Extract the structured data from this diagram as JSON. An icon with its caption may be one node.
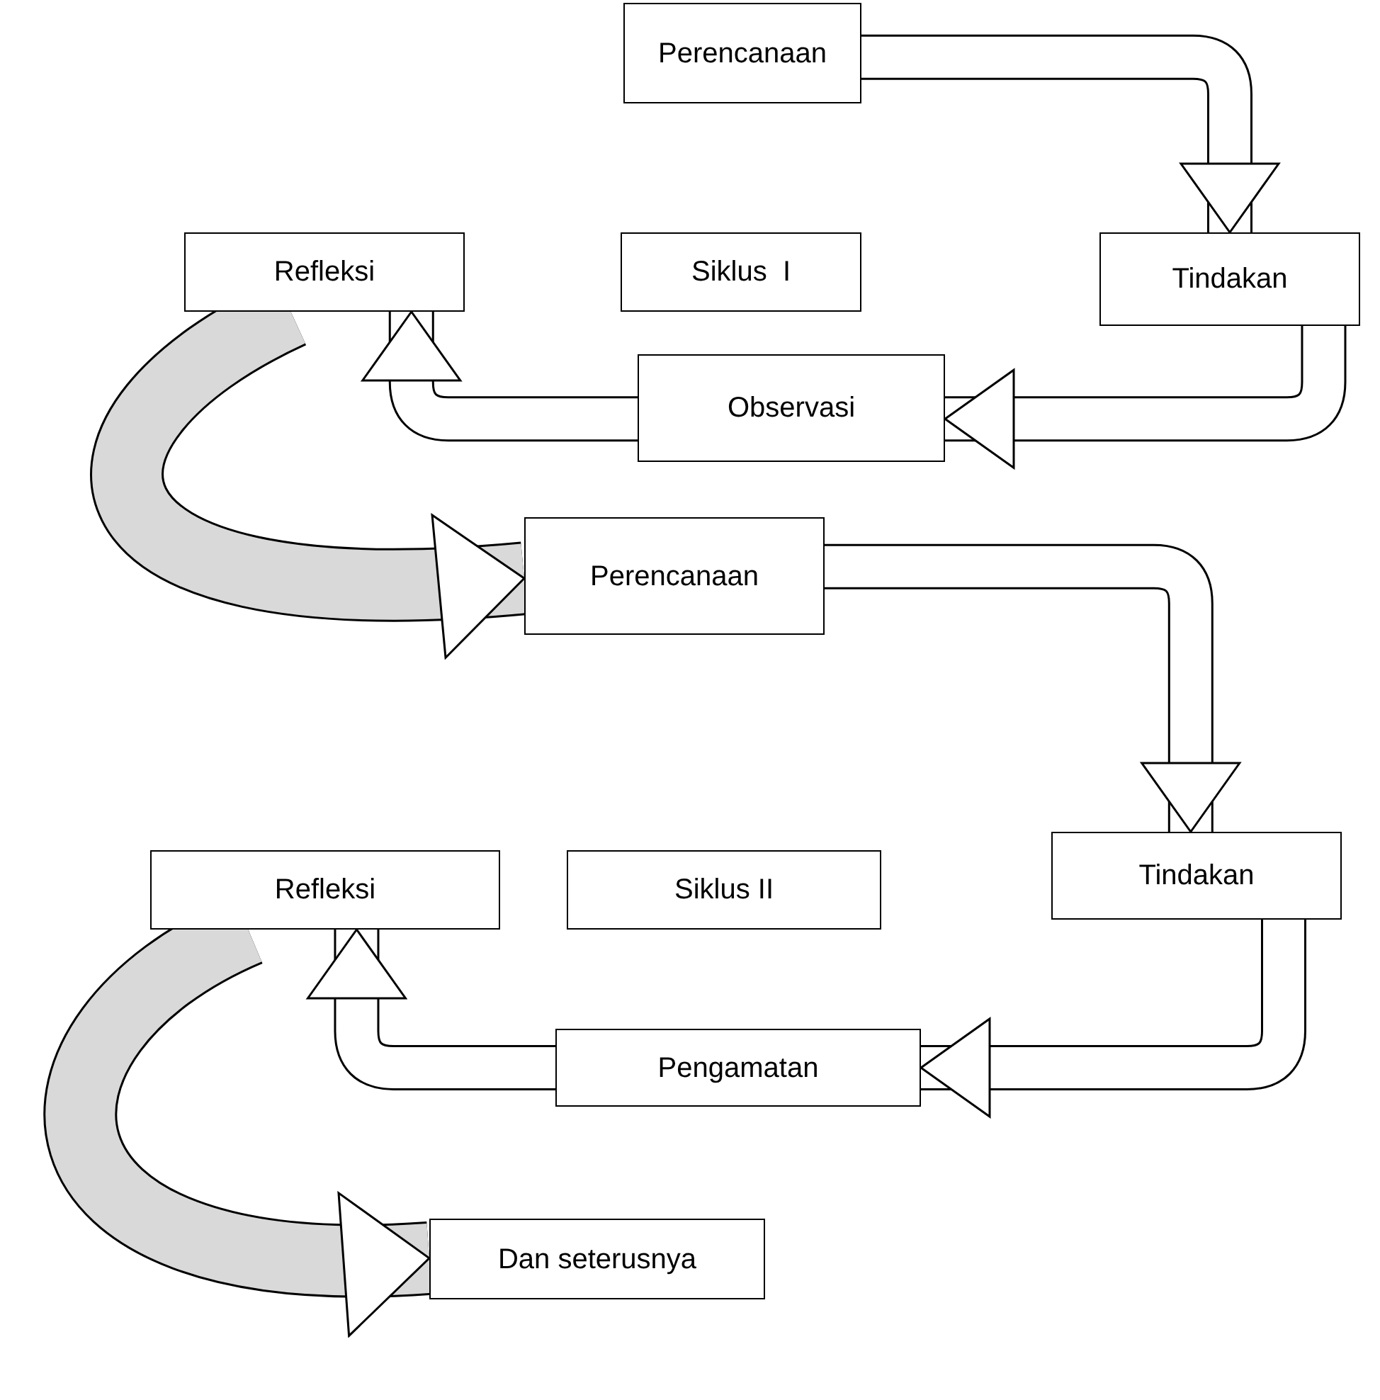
{
  "diagram": {
    "nodes": [
      {
        "text": [
          "Perencanaan"
        ]
      },
      {
        "text": [
          "Refleksi"
        ]
      },
      {
        "text": [
          "Siklus  I"
        ]
      },
      {
        "text": [
          "Tindakan"
        ]
      },
      {
        "text": [
          "Observasi"
        ]
      },
      {
        "text": [
          "Perencanaan"
        ]
      },
      {
        "text": [
          "Refleksi"
        ]
      },
      {
        "text": [
          "Siklus II"
        ]
      },
      {
        "text": [
          "Tindakan"
        ]
      },
      {
        "text": [
          "Pengamatan"
        ]
      },
      {
        "text": [
          "Dan seterusnya"
        ]
      }
    ],
    "edges": [
      {
        "from": 0,
        "to": 3,
        "arrow": "to"
      },
      {
        "from": 3,
        "to": 4,
        "arrow": "to"
      },
      {
        "from": 4,
        "to": 1,
        "arrow": "to"
      },
      {
        "from": 1,
        "to": 5,
        "arrow": "to"
      },
      {
        "from": 5,
        "to": 8,
        "arrow": "to"
      },
      {
        "from": 8,
        "to": 9,
        "arrow": "to"
      },
      {
        "from": 9,
        "to": 6,
        "arrow": "to"
      },
      {
        "from": 6,
        "to": 10,
        "arrow": "to"
      }
    ]
  }
}
